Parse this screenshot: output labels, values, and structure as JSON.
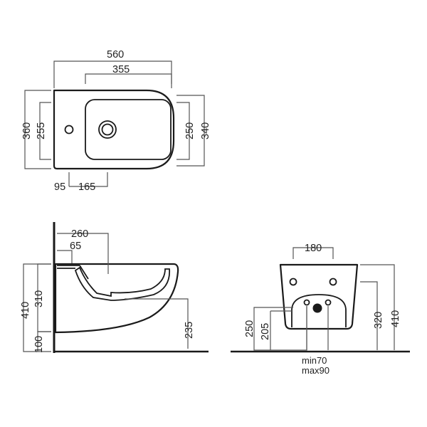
{
  "top_view": {
    "overall_width": "560",
    "bowl_width": "355",
    "overall_depth": "360",
    "inner_depth": "255",
    "bowl_depth": "250",
    "rear_depth": "340",
    "tap_offset": "95",
    "drain_offset": "165"
  },
  "side_view": {
    "bowl_length": "260",
    "tap_offset": "65",
    "total_height": "410",
    "rim_height": "310",
    "floor_gap": "100",
    "drain_height": "235"
  },
  "front_view": {
    "fixing_spacing": "180",
    "height_250": "250",
    "height_205": "205",
    "height_320": "320",
    "total_height": "410",
    "gap_min": "min70",
    "gap_max": "max90"
  }
}
